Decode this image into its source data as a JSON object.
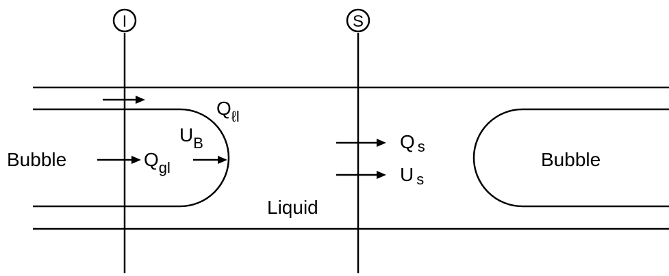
{
  "sections": {
    "inlet": "I",
    "slug": "S"
  },
  "labels": {
    "bubble_left": "Bubble",
    "bubble_right": "Bubble",
    "liquid": "Liquid",
    "q_l1": {
      "main": "Q",
      "sub": "ℓl"
    },
    "u_b": {
      "main": "U",
      "sub": "B"
    },
    "q_g1": {
      "main": "Q",
      "sub": "gl"
    },
    "q_s": {
      "main": "Q",
      "sub": "s"
    },
    "u_s": {
      "main": "U",
      "sub": "s"
    }
  }
}
